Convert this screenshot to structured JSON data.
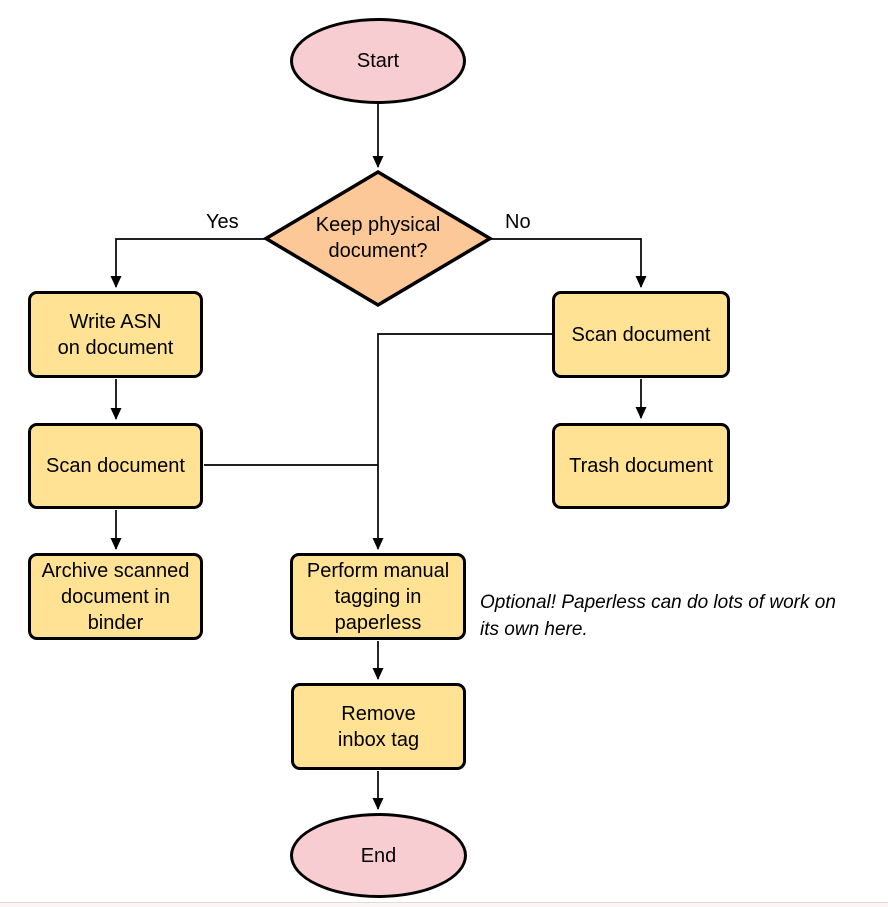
{
  "flowchart": {
    "nodes": {
      "start": "Start",
      "decision": "Keep physical\ndocument?",
      "write_asn": "Write ASN\non document",
      "scan_left": "Scan document",
      "archive": "Archive scanned\ndocument in\nbinder",
      "scan_right": "Scan document",
      "trash": "Trash document",
      "tagging": "Perform manual\ntagging in\npaperless",
      "remove_inbox": "Remove\ninbox tag",
      "end": "End"
    },
    "edge_labels": {
      "yes": "Yes",
      "no": "No"
    },
    "annotation": "Optional! Paperless can do lots of work on\nits own here.",
    "colors": {
      "terminator_fill": "#f8cdd1",
      "decision_fill": "#fcc897",
      "process_fill": "#ffe294",
      "line": "#000000"
    }
  }
}
